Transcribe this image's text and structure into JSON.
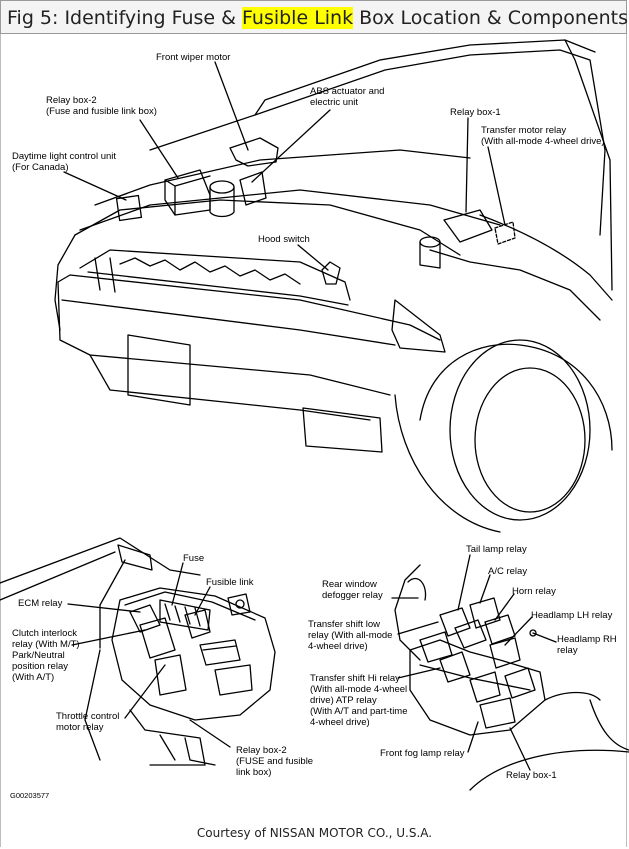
{
  "title": {
    "before": "Fig 5: Identifying Fuse & ",
    "highlight": "Fusible Link",
    "after": " Box Location & Components",
    "highlight_color": "#ffff00"
  },
  "top_labels": {
    "front_wiper_motor": "Front wiper motor",
    "relay_box_2": "Relay box-2\n(Fuse and fusible link box)",
    "abs_actuator": "ABS actuator and\nelectric unit",
    "relay_box_1": "Relay box-1",
    "transfer_motor_relay": "Transfer motor relay\n(With all-mode 4-wheel drive)",
    "daytime_light": "Daytime light control unit\n(For Canada)",
    "hood_switch": "Hood switch"
  },
  "left_detail_labels": {
    "fuse": "Fuse",
    "fusible_link": "Fusible link",
    "ecm_relay": "ECM relay",
    "clutch_interlock": "Clutch interlock\nrelay (With M/T)\nPark/Neutral\nposition relay\n(With A/T)",
    "throttle_control": "Throttle control\nmotor relay",
    "relay_box_2_fuse": "Relay box-2\n(FUSE and fusible\nlink box)"
  },
  "right_detail_labels": {
    "tail_lamp": "Tail lamp relay",
    "ac_relay": "A/C relay",
    "horn_relay": "Horn relay",
    "rear_window_defogger": "Rear window\ndefogger relay",
    "headlamp_lh": "Headlamp LH relay",
    "headlamp_rh": "Headlamp RH\nrelay",
    "transfer_shift_low": "Transfer shift low\nrelay (With all-mode\n4-wheel drive)",
    "transfer_shift_hi": "Transfer shift Hi relay\n(With all-mode 4-wheel\ndrive) ATP relay\n(With A/T and part-time\n4-wheel drive)",
    "front_fog": "Front fog lamp relay",
    "relay_box_1": "Relay box-1"
  },
  "figure_code": "G00203577",
  "credit": "Courtesy of NISSAN MOTOR CO., U.S.A."
}
